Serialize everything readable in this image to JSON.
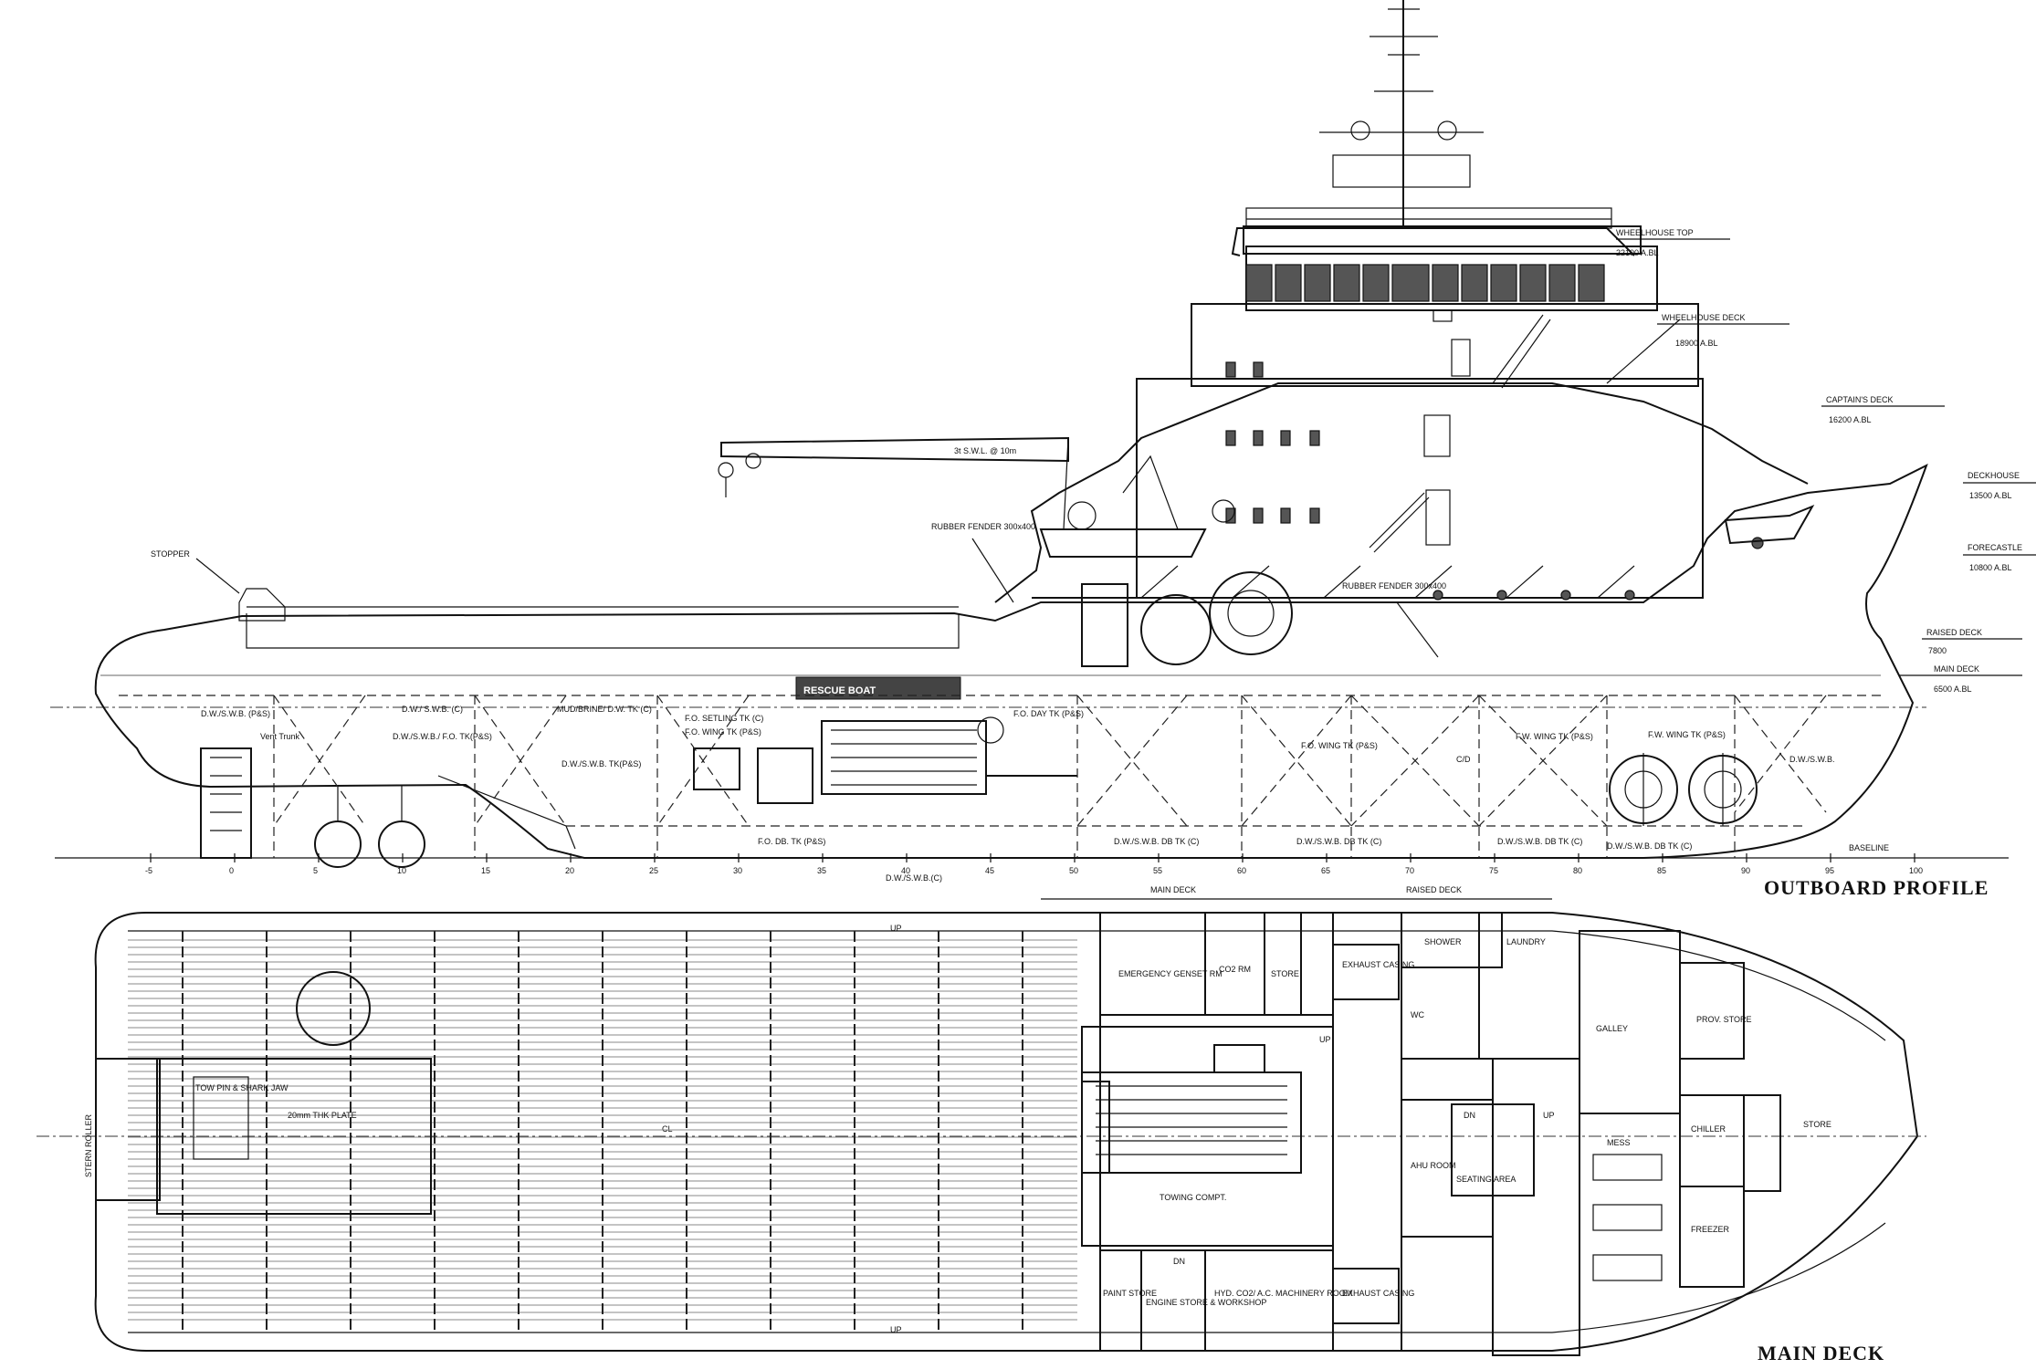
{
  "profile": {
    "title": "OUTBOARD PROFILE",
    "levels": [
      {
        "name": "WHEELHOUSE TOP",
        "height": "22100 A.BL"
      },
      {
        "name": "WHEELHOUSE DECK",
        "height": "18900 A.BL"
      },
      {
        "name": "CAPTAIN'S DECK",
        "height": "16200 A.BL"
      },
      {
        "name": "DECKHOUSE",
        "height": "13500 A.BL"
      },
      {
        "name": "FORECASTLE",
        "height": "10800 A.BL"
      },
      {
        "name": "RAISED DECK",
        "height": "7800"
      },
      {
        "name": "MAIN DECK",
        "height": "6500 A.BL"
      }
    ],
    "labels": {
      "stopper": "STOPPER",
      "crane": "3t S.W.L. @ 10m",
      "rubber_fender_1": "RUBBER FENDER 300x400",
      "rubber_fender_2": "RUBBER FENDER 300x400",
      "rescue_boat": "RESCUE BOAT",
      "baseline": "BASELINE",
      "vent_trunk": "Vent Trunk"
    },
    "tanks": [
      "D.W./S.W.B. (P&S)",
      "D.W./ S.W.B. (C)",
      "D.W./S.W.B./ F.O. TK(P&S)",
      "MUD/BRINE/ D.W. TK (C)",
      "D.W./S.W.B. TK(P&S)",
      "F.O. SETLING TK (C)",
      "F.O. WING TK (P&S)",
      "F.O. DAY TK (P&S)",
      "F.O. WING TK (P&S)",
      "C/D",
      "F.W. WING TK (P&S)",
      "F.W. WING TK (P&S)",
      "D.W./S.W.B.",
      "F.O. DB. TK (P&S)",
      "D.W./S.W.B.(C)",
      "D.W./S.W.B. DB TK (C)",
      "D.W./S.W.B. DB TK (C)",
      "D.W./S.W.B. DB TK (C)",
      "D.W./S.W.B. DB TK (C)"
    ],
    "frames": [
      "-5",
      "0",
      "5",
      "10",
      "15",
      "20",
      "25",
      "30",
      "35",
      "40",
      "45",
      "50",
      "55",
      "60",
      "65",
      "70",
      "75",
      "80",
      "85",
      "90",
      "95",
      "100"
    ]
  },
  "plan": {
    "title": "MAIN DECK",
    "section_labels": {
      "main_deck": "MAIN DECK",
      "raised_deck": "RAISED DECK"
    },
    "rooms": [
      "EMERGENCY GENSET RM",
      "CO2 RM",
      "STORE",
      "EXHAUST CASING",
      "SHOWER",
      "WC",
      "LAUNDRY",
      "GALLEY",
      "PROV. STORE",
      "CHILLER",
      "FREEZER",
      "STORE",
      "AHU ROOM",
      "SEATING AREA",
      "MESS",
      "TOWING COMPT.",
      "PAINT STORE",
      "ENGINE STORE & WORKSHOP",
      "HYD. CO2/ A.C. MACHINERY ROOM",
      "EXHAUST CASING",
      "DN",
      "UP",
      "UP",
      "UP",
      "DN",
      "UP"
    ],
    "labels": {
      "plate": "20mm THK PLATE",
      "stern_roller": "STERN ROLLER",
      "pin": "TOW PIN & SHARK JAW",
      "cl": "CL"
    }
  }
}
